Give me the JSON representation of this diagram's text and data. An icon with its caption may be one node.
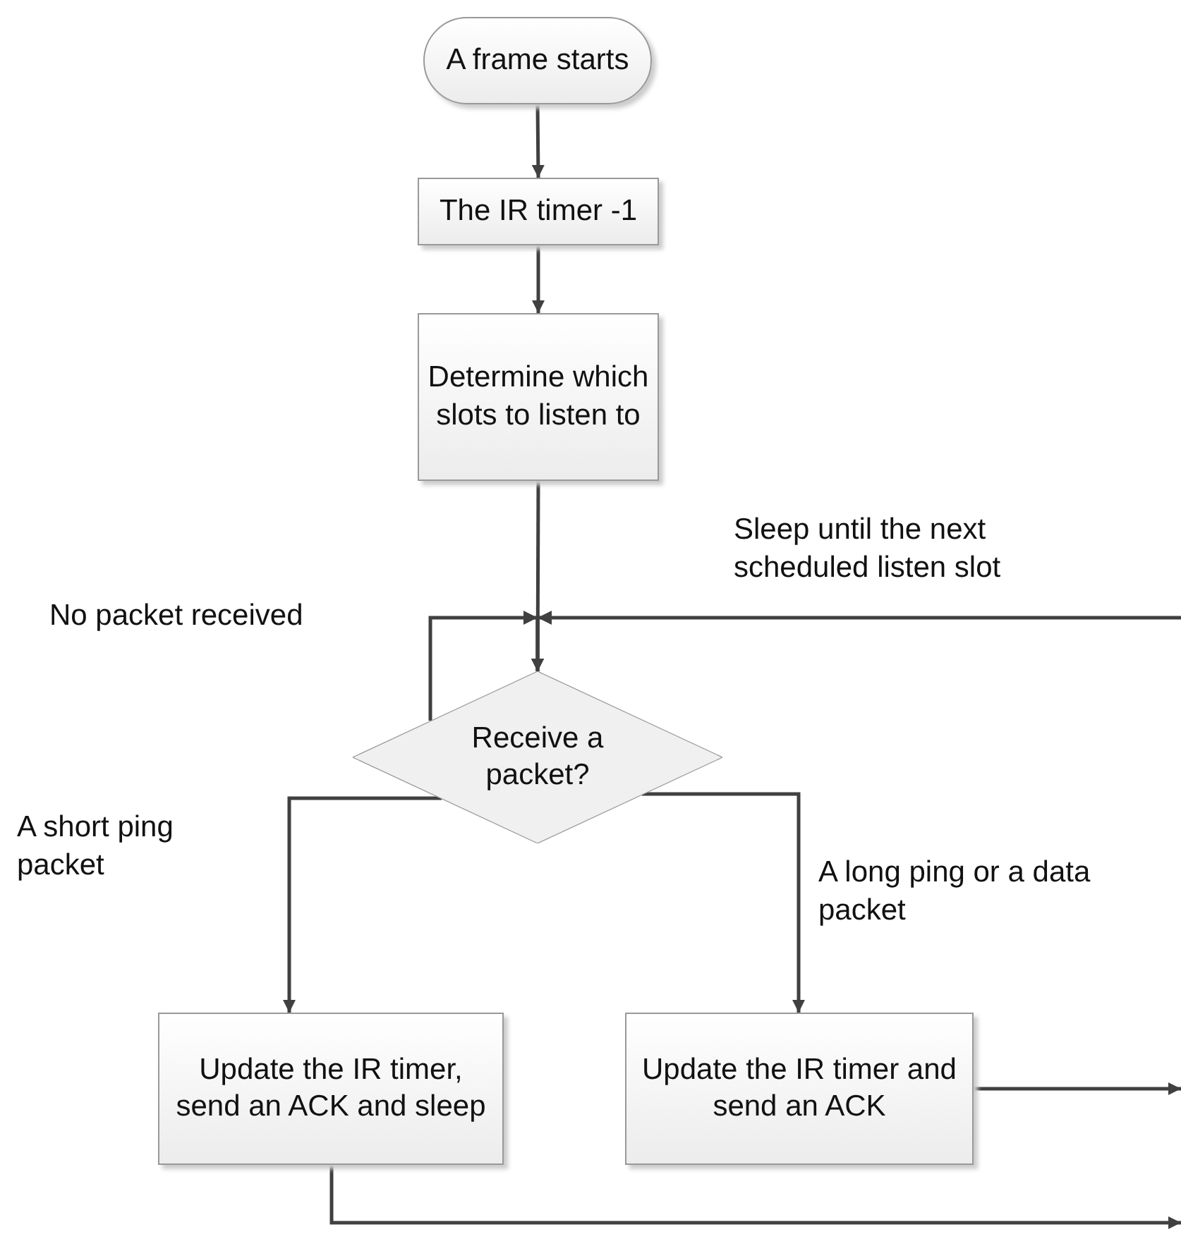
{
  "diagram": {
    "nodes": [
      {
        "text": [
          "A frame starts"
        ]
      },
      {
        "text": [
          "The IR timer -1"
        ]
      },
      {
        "text": [
          "Determine which slots to listen to"
        ]
      },
      {
        "text": [
          "Receive a packet?"
        ]
      },
      {
        "text": [
          "Update the IR timer, send an ACK and sleep"
        ]
      },
      {
        "text": [
          "Update the IR timer and send an ACK"
        ]
      }
    ],
    "edges": [
      {
        "from": 0,
        "to": 1,
        "arrow": "to"
      },
      {
        "from": 1,
        "to": 2,
        "arrow": "to"
      },
      {
        "from": 2,
        "to": 3,
        "arrow": "to"
      },
      {
        "from": 3,
        "to": 3,
        "arrow": "to",
        "label": "No packet received"
      },
      {
        "from": null,
        "to": 3,
        "arrow": "to",
        "label": "Sleep until the next scheduled listen slot"
      },
      {
        "from": 3,
        "to": 4,
        "arrow": "to",
        "label": "A short ping packet"
      },
      {
        "from": 3,
        "to": 5,
        "arrow": "to",
        "label": "A long ping or a data packet"
      },
      {
        "from": 5,
        "to": null,
        "arrow": "to"
      },
      {
        "from": 4,
        "to": null,
        "arrow": "to"
      }
    ]
  }
}
